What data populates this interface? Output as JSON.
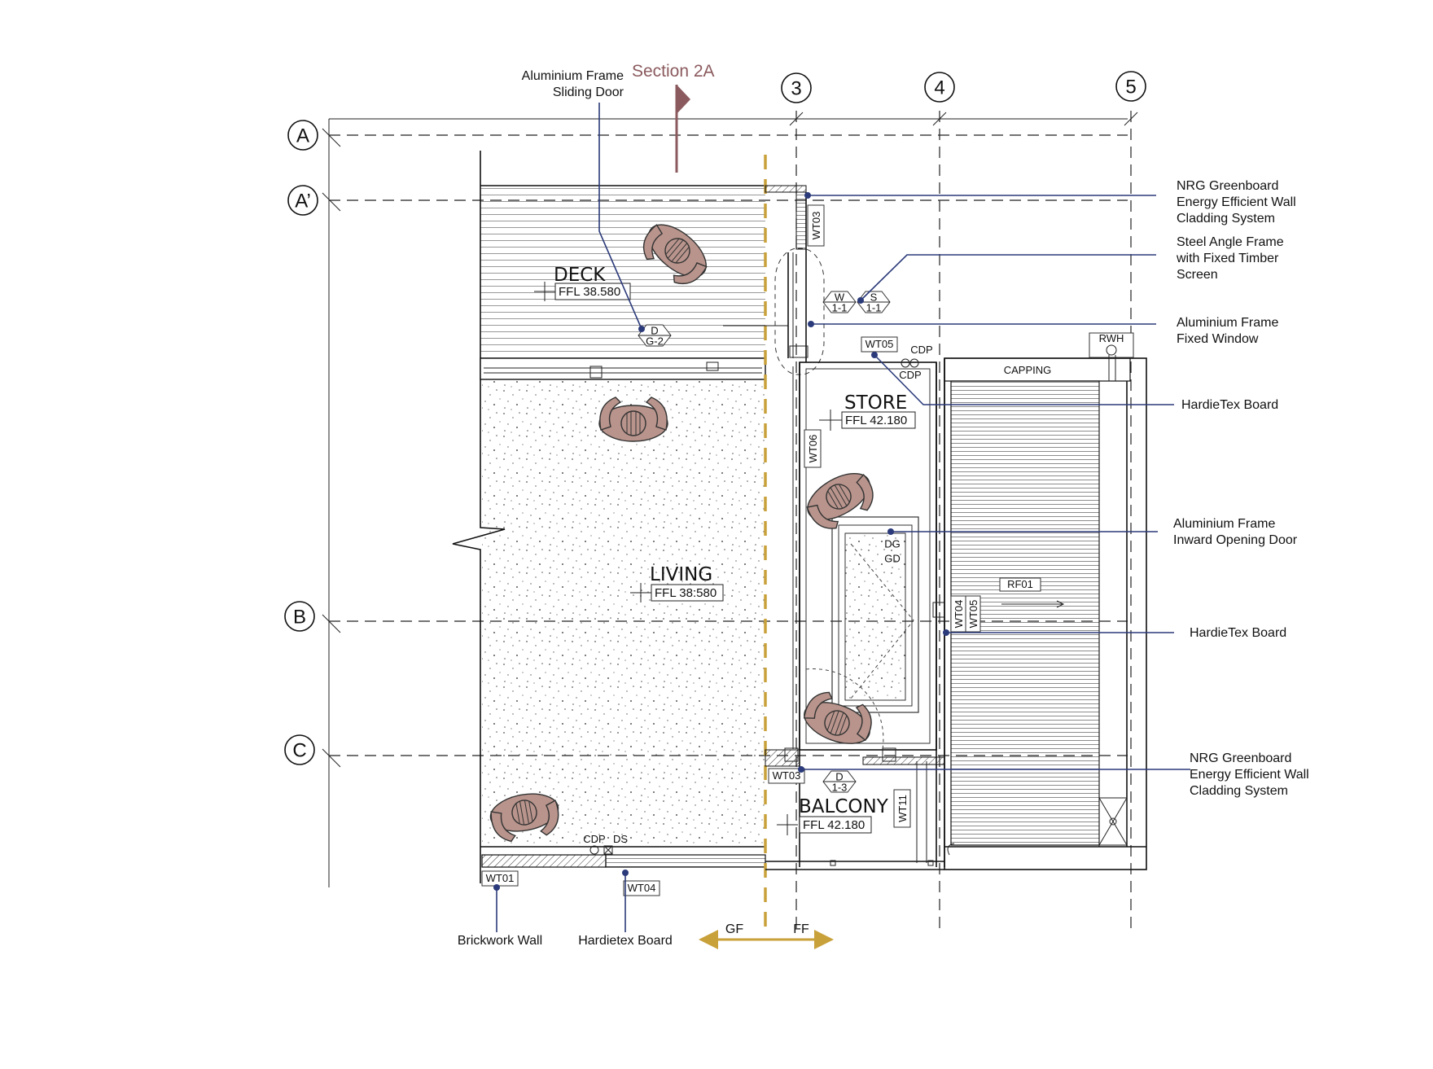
{
  "grid": {
    "columns": [
      "3",
      "4",
      "5"
    ],
    "rows": [
      "A",
      "A’",
      "B",
      "C"
    ]
  },
  "section": {
    "label": "Section 2A"
  },
  "rooms": {
    "deck": {
      "name": "DECK",
      "ffl": "FFL 38.580"
    },
    "living": {
      "name": "LIVING",
      "ffl": "FFL 38:580"
    },
    "store": {
      "name": "STORE",
      "ffl": "FFL 42.180"
    },
    "balcony": {
      "name": "BALCONY",
      "ffl": "FFL 42.180"
    }
  },
  "callouts": {
    "sliding_door": [
      "Aluminium Frame",
      "Sliding Door"
    ],
    "nrg_top": [
      "NRG Greenboard",
      "Energy Efficient Wall",
      "Cladding System"
    ],
    "steel_angle": [
      "Steel Angle Frame",
      "with Fixed Timber",
      "Screen"
    ],
    "fixed_window": [
      "Aluminium Frame",
      "Fixed Window"
    ],
    "hardietex_top": "HardieTex Board",
    "inward_door": [
      "Aluminium Frame",
      "Inward Opening Door"
    ],
    "hardietex_mid": "HardieTex Board",
    "nrg_bottom": [
      "NRG Greenboard",
      "Energy Efficient Wall",
      "Cladding System"
    ],
    "brickwork": "Brickwork Wall",
    "hardietex_bottom": "Hardietex Board"
  },
  "tags": {
    "door_deck": [
      "D",
      "G-2"
    ],
    "window": [
      "W",
      "1-1"
    ],
    "screen": [
      "S",
      "1-1"
    ],
    "door_balcony": [
      "D",
      "1-3"
    ],
    "door_store": [
      "DG",
      "GD"
    ],
    "wt03_top": "WT03",
    "wt05_top": "WT05",
    "wt06": "WT06",
    "wt04_mid": "WT04",
    "wt05_mid": "WT05",
    "wt03_bottom": "WT03",
    "wt11": "WT11",
    "wt01": "WT01",
    "wt04_bottom": "WT04",
    "rf01": "RF01",
    "rwh": "RWH",
    "capping": "CAPPING",
    "cdp_top": "CDP",
    "cdp_top2": "CDP",
    "cdp_bottom": "CDP",
    "ds": "DS"
  },
  "levels": {
    "ground": "GF",
    "first": "FF"
  },
  "colors": {
    "leader": "#2b3a7a",
    "section_marker": "#8b5a5e",
    "floor_division": "#c9a13a",
    "person": "#b8948c"
  }
}
